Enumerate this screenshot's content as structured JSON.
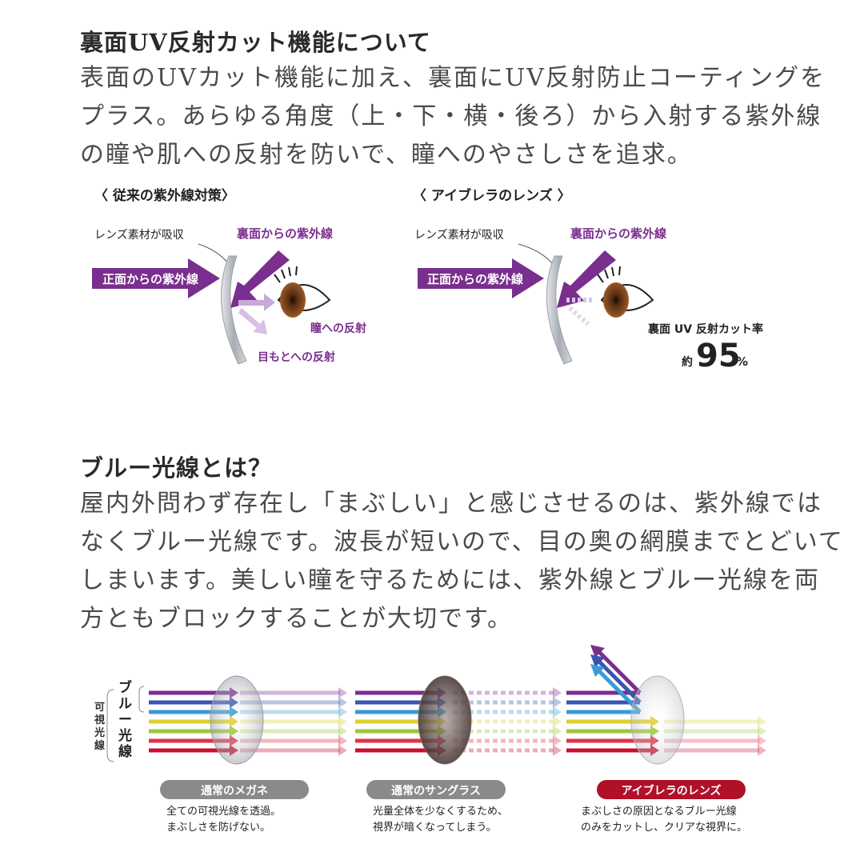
{
  "uv_section": {
    "heading": "裏面UV反射カット機能について",
    "lines": [
      "表面のUVカット機能に加え、裏面にUV反射防止コーティングを",
      "プラス。あらゆる角度（上・下・横・後ろ）から入射する紫外線",
      "の瞳や肌への反射を防いで、瞳へのやさしさを追求。"
    ]
  },
  "uv_diagram": {
    "left": {
      "title": "〈 従来の紫外線対策〉",
      "lens_label": "レンズ素材が吸収",
      "back_uv": "裏面からの紫外線",
      "front_uv": "正面からの紫外線",
      "eye_reflect": "瞳への反射",
      "skin_reflect": "目もとへの反射"
    },
    "right": {
      "title": "〈 アイブレラのレンズ 〉",
      "lens_label": "レンズ素材が吸収",
      "back_uv": "裏面からの紫外線",
      "front_uv": "正面からの紫外線",
      "rate_label": "裏面 UV 反射カット率",
      "rate_prefix": "約",
      "rate_value": "95",
      "rate_unit": "%"
    }
  },
  "blue_section": {
    "heading": "ブルー光線とは？",
    "lines": [
      "屋内外問わず存在し「まぶしい」と感じさせるのは、紫外線では",
      "なくブルー光線です。波長が短いので、目の奥の網膜までとどいて",
      "しまいます。美しい瞳を守るためには、紫外線とブルー光線を両",
      "方ともブロックすることが大切です。"
    ]
  },
  "blue_diagram": {
    "vertical_label": [
      "可",
      "視",
      "光",
      "線"
    ],
    "blue_label": [
      "ブ",
      "ル",
      "ー",
      "光",
      "線"
    ],
    "ray_colors": [
      "#7a2e8e",
      "#3a55b0",
      "#3a9ad8",
      "#e0d030",
      "#9cc83c",
      "#e0344a",
      "#c8102e"
    ],
    "cards": [
      {
        "label": "通常のメガネ",
        "line1": "全ての可視光線を透過。",
        "line2": "まぶしさを防げない。",
        "color": "#8a8a8a"
      },
      {
        "label": "通常のサングラス",
        "line1": "光量全体を少なくするため、",
        "line2": "視界が暗くなってしまう。",
        "color": "#8a8a8a"
      },
      {
        "label": "アイブレラのレンズ",
        "line1": "まぶしさの原因となるブルー光線",
        "line2": "のみをカットし、クリアな視界に。",
        "color": "#b0102a"
      }
    ]
  }
}
